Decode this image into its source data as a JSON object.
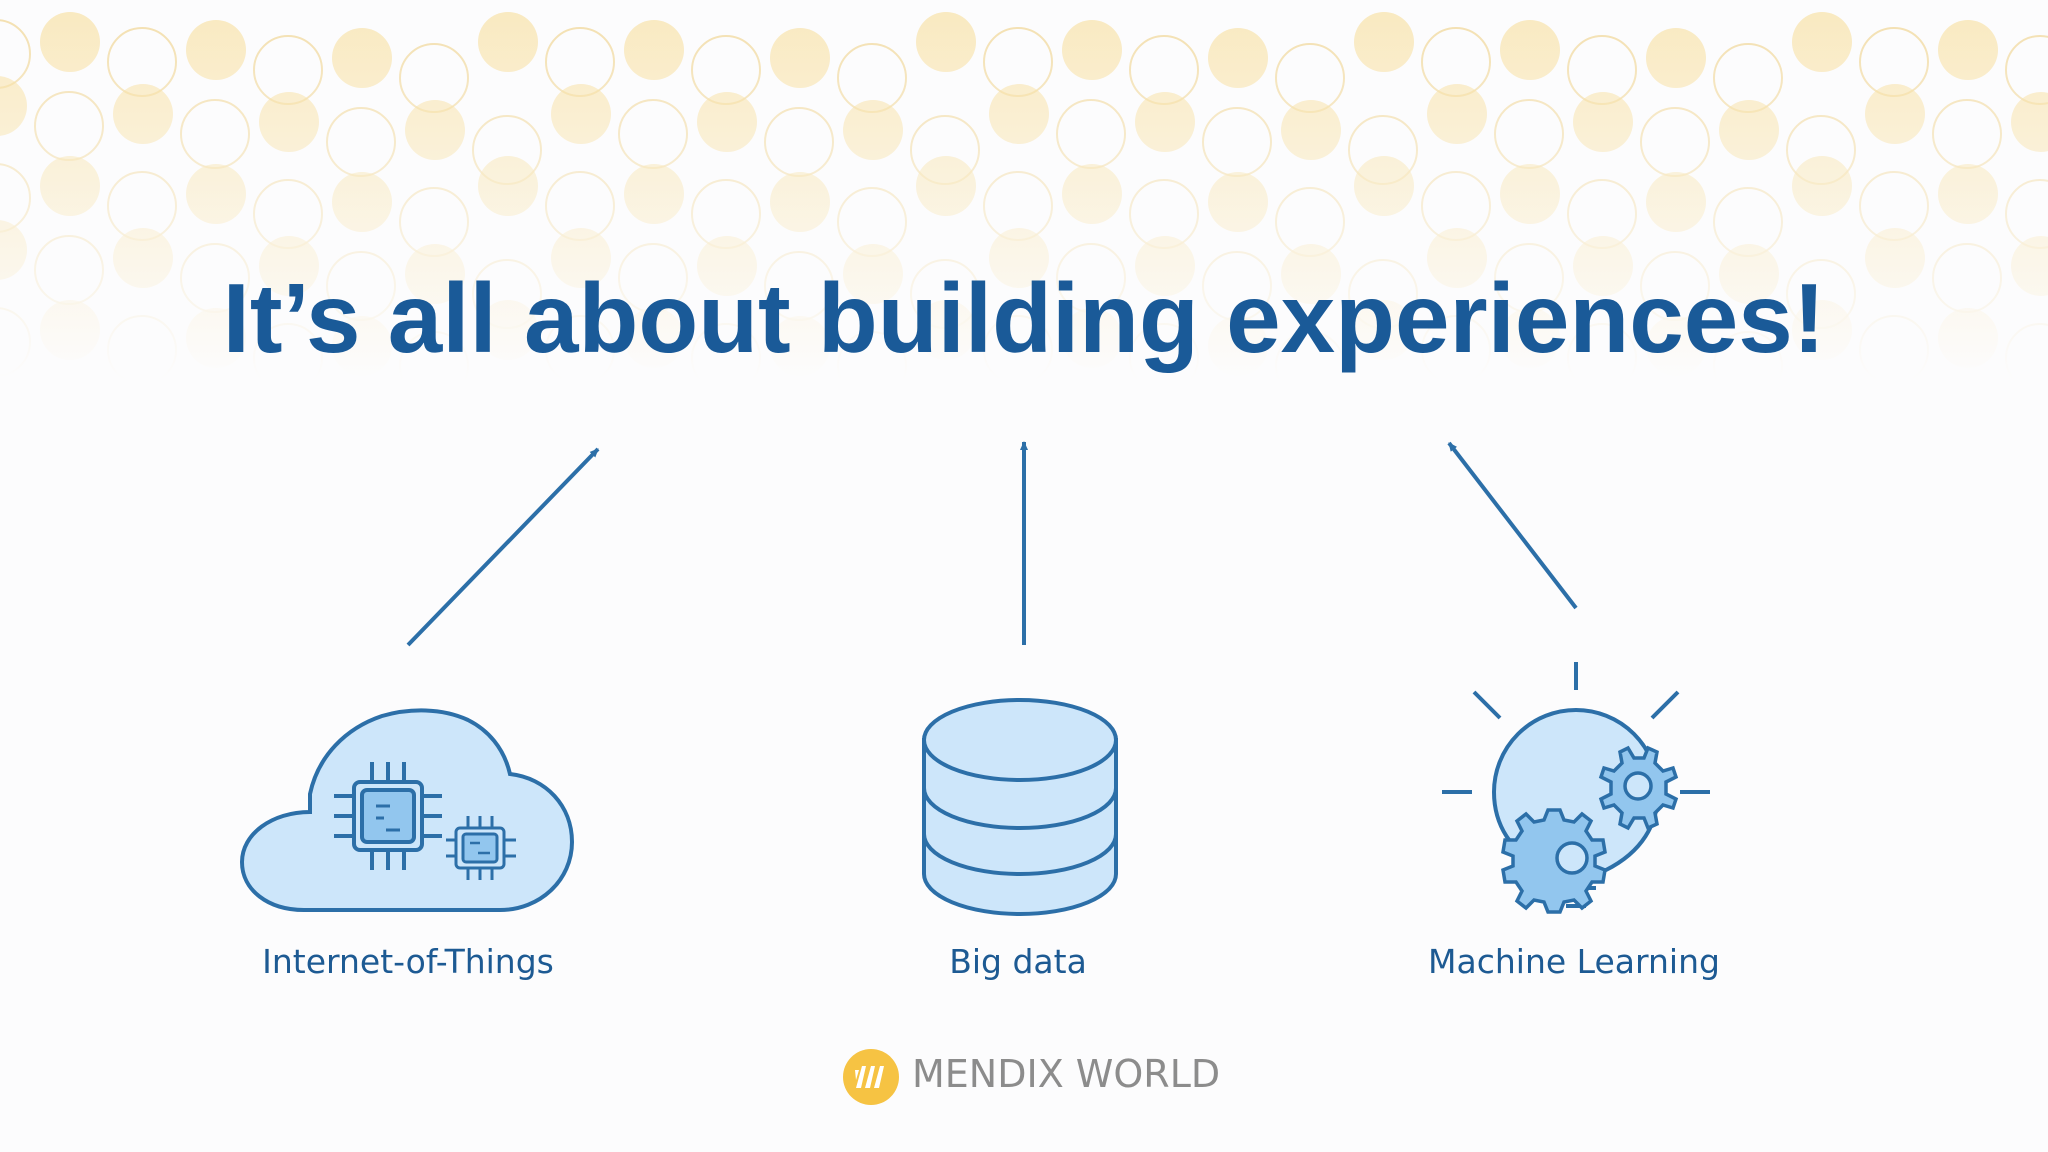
{
  "slide": {
    "title": "It’s all about building experiences!",
    "items": [
      {
        "label": "Internet-of-Things",
        "icon": "cloud-chip-icon"
      },
      {
        "label": "Big data",
        "icon": "database-icon"
      },
      {
        "label": "Machine Learning",
        "icon": "lightbulb-gears-icon"
      }
    ]
  },
  "footer": {
    "brand_text": "MENDIX WORLD"
  },
  "colors": {
    "title": "#1a5a98",
    "stroke": "#2c6fa8",
    "icon_fill": "#cde6fa",
    "icon_fill_dark": "#92c6ee",
    "logo_gold": "#f6c343",
    "footer_text": "#8c8c8c"
  }
}
